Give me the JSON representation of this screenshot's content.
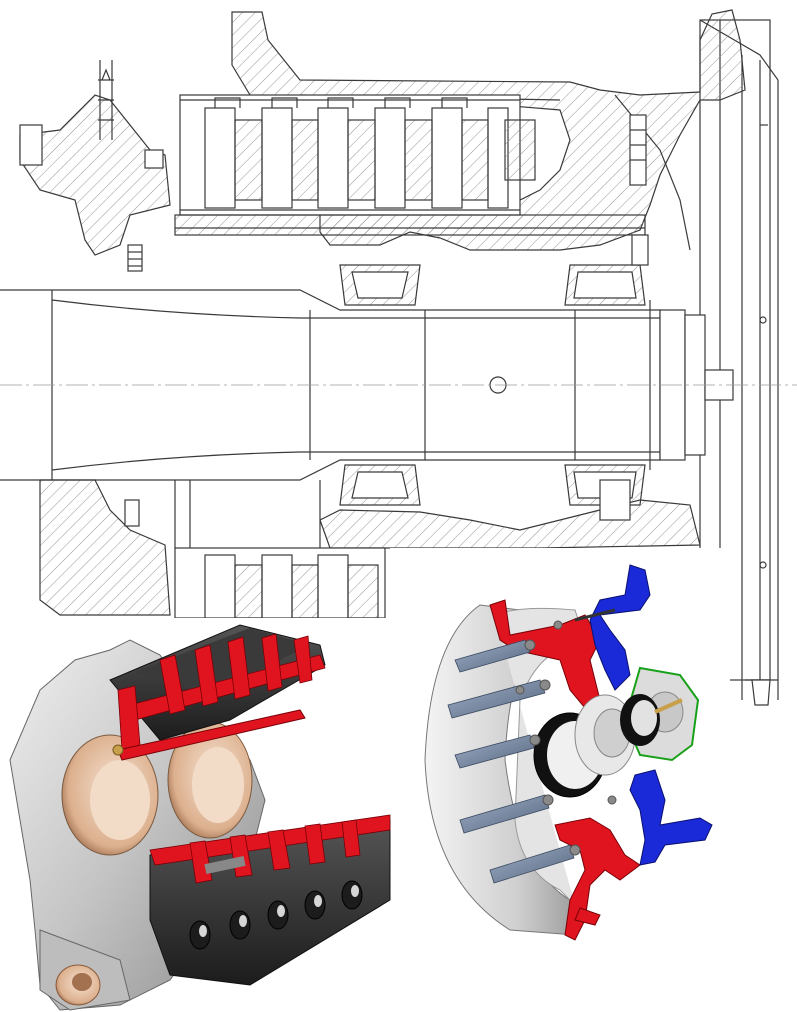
{
  "figure": {
    "panels": [
      {
        "id": "section-drawing",
        "kind": "engineering cross-section drawing"
      },
      {
        "id": "brake-assembly-cutaway",
        "kind": "3D cutaway render"
      },
      {
        "id": "wheel-hub-cutaway",
        "kind": "3D cutaway render"
      }
    ]
  },
  "colors": {
    "background": "#ffffff",
    "line": "#3a3a3a",
    "hatch": "#8a8a8a",
    "centerline": "#9a9a9a",
    "section_red": "#e0141e",
    "section_blue": "#1a2ad8",
    "section_green": "#18a018",
    "metal_light": "#d8d8d8",
    "metal_mid": "#b4b4b4",
    "metal_dark": "#6e6e6e",
    "friction_dark": "#2a2a2a",
    "bore_copper": "#e8c4a8",
    "bolt_steel": "#7a8ca8"
  },
  "icons": [
    "disc-stack",
    "tapered-roller-bearing",
    "axle-bore",
    "piston-housing",
    "bolt"
  ]
}
